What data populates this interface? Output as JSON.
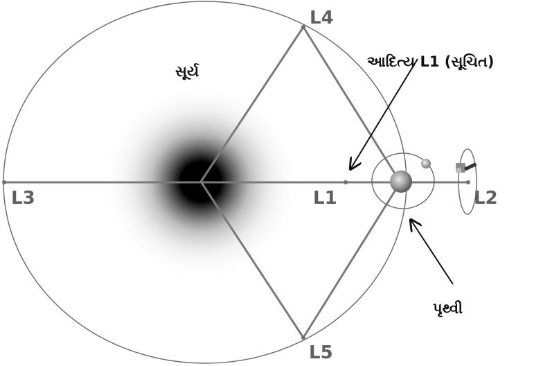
{
  "labels": {
    "sun": "સૂર્ય",
    "l1": "L1",
    "l2": "L2",
    "l3": "L3",
    "l4": "L4",
    "l5": "L5",
    "aditya": "આદિત્ય L1 (સૂચિત)",
    "earth": "પૃથ્વી"
  },
  "colors": {
    "orbit": "#6f6f6f",
    "lines": "#7a7a7a",
    "label_gray": "#5f5f5f",
    "text": "#111111",
    "sun_core": "#000000"
  },
  "icons": {
    "sun": "sun-glow-icon",
    "earth": "earth-icon",
    "moon": "moon-icon",
    "spacecraft": "spacecraft-icon"
  }
}
